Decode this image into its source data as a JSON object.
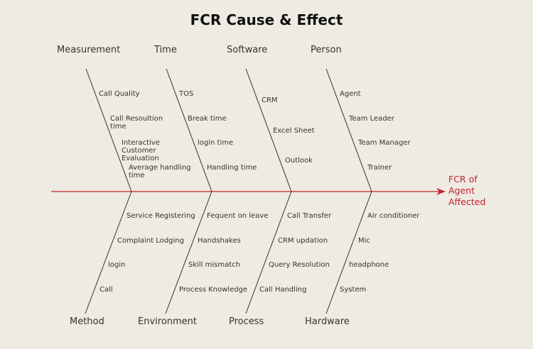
{
  "title": "FCR Cause & Effect",
  "effect": {
    "label": "FCR of\nAgent\nAffected",
    "color": "#c0232b"
  },
  "colors": {
    "background": "#eeebe3",
    "spine": "#c0232b",
    "bones": "#333333",
    "text": "#333333"
  },
  "top_categories": [
    {
      "name": "Measurement",
      "causes": [
        "Call Quality",
        "Call Resoultion\ntime",
        "Interactive\nCustomer\nEvaluation",
        "Average handling\ntime"
      ]
    },
    {
      "name": "Time",
      "causes": [
        "TOS",
        "Break time",
        "login time",
        "Handling time"
      ]
    },
    {
      "name": "Software",
      "causes": [
        "CRM",
        "Excel Sheet",
        "Outlook"
      ]
    },
    {
      "name": "Person",
      "causes": [
        "Agent",
        "Team Leader",
        "Team Manager",
        "Trainer"
      ]
    }
  ],
  "bottom_categories": [
    {
      "name": "Method",
      "causes": [
        "Service Registering",
        "Complaint Lodging",
        "login",
        "Call"
      ]
    },
    {
      "name": "Environment",
      "causes": [
        "Fequent on leave",
        "Handshakes",
        "Skill mismatch",
        "Process Knowledge"
      ]
    },
    {
      "name": "Process",
      "causes": [
        "Call Transfer",
        "CRM updation",
        "Query Resolution",
        "Call Handling"
      ]
    },
    {
      "name": "Hardware",
      "causes": [
        "Air conditioner",
        "Mic",
        "headphone",
        "System"
      ]
    }
  ]
}
